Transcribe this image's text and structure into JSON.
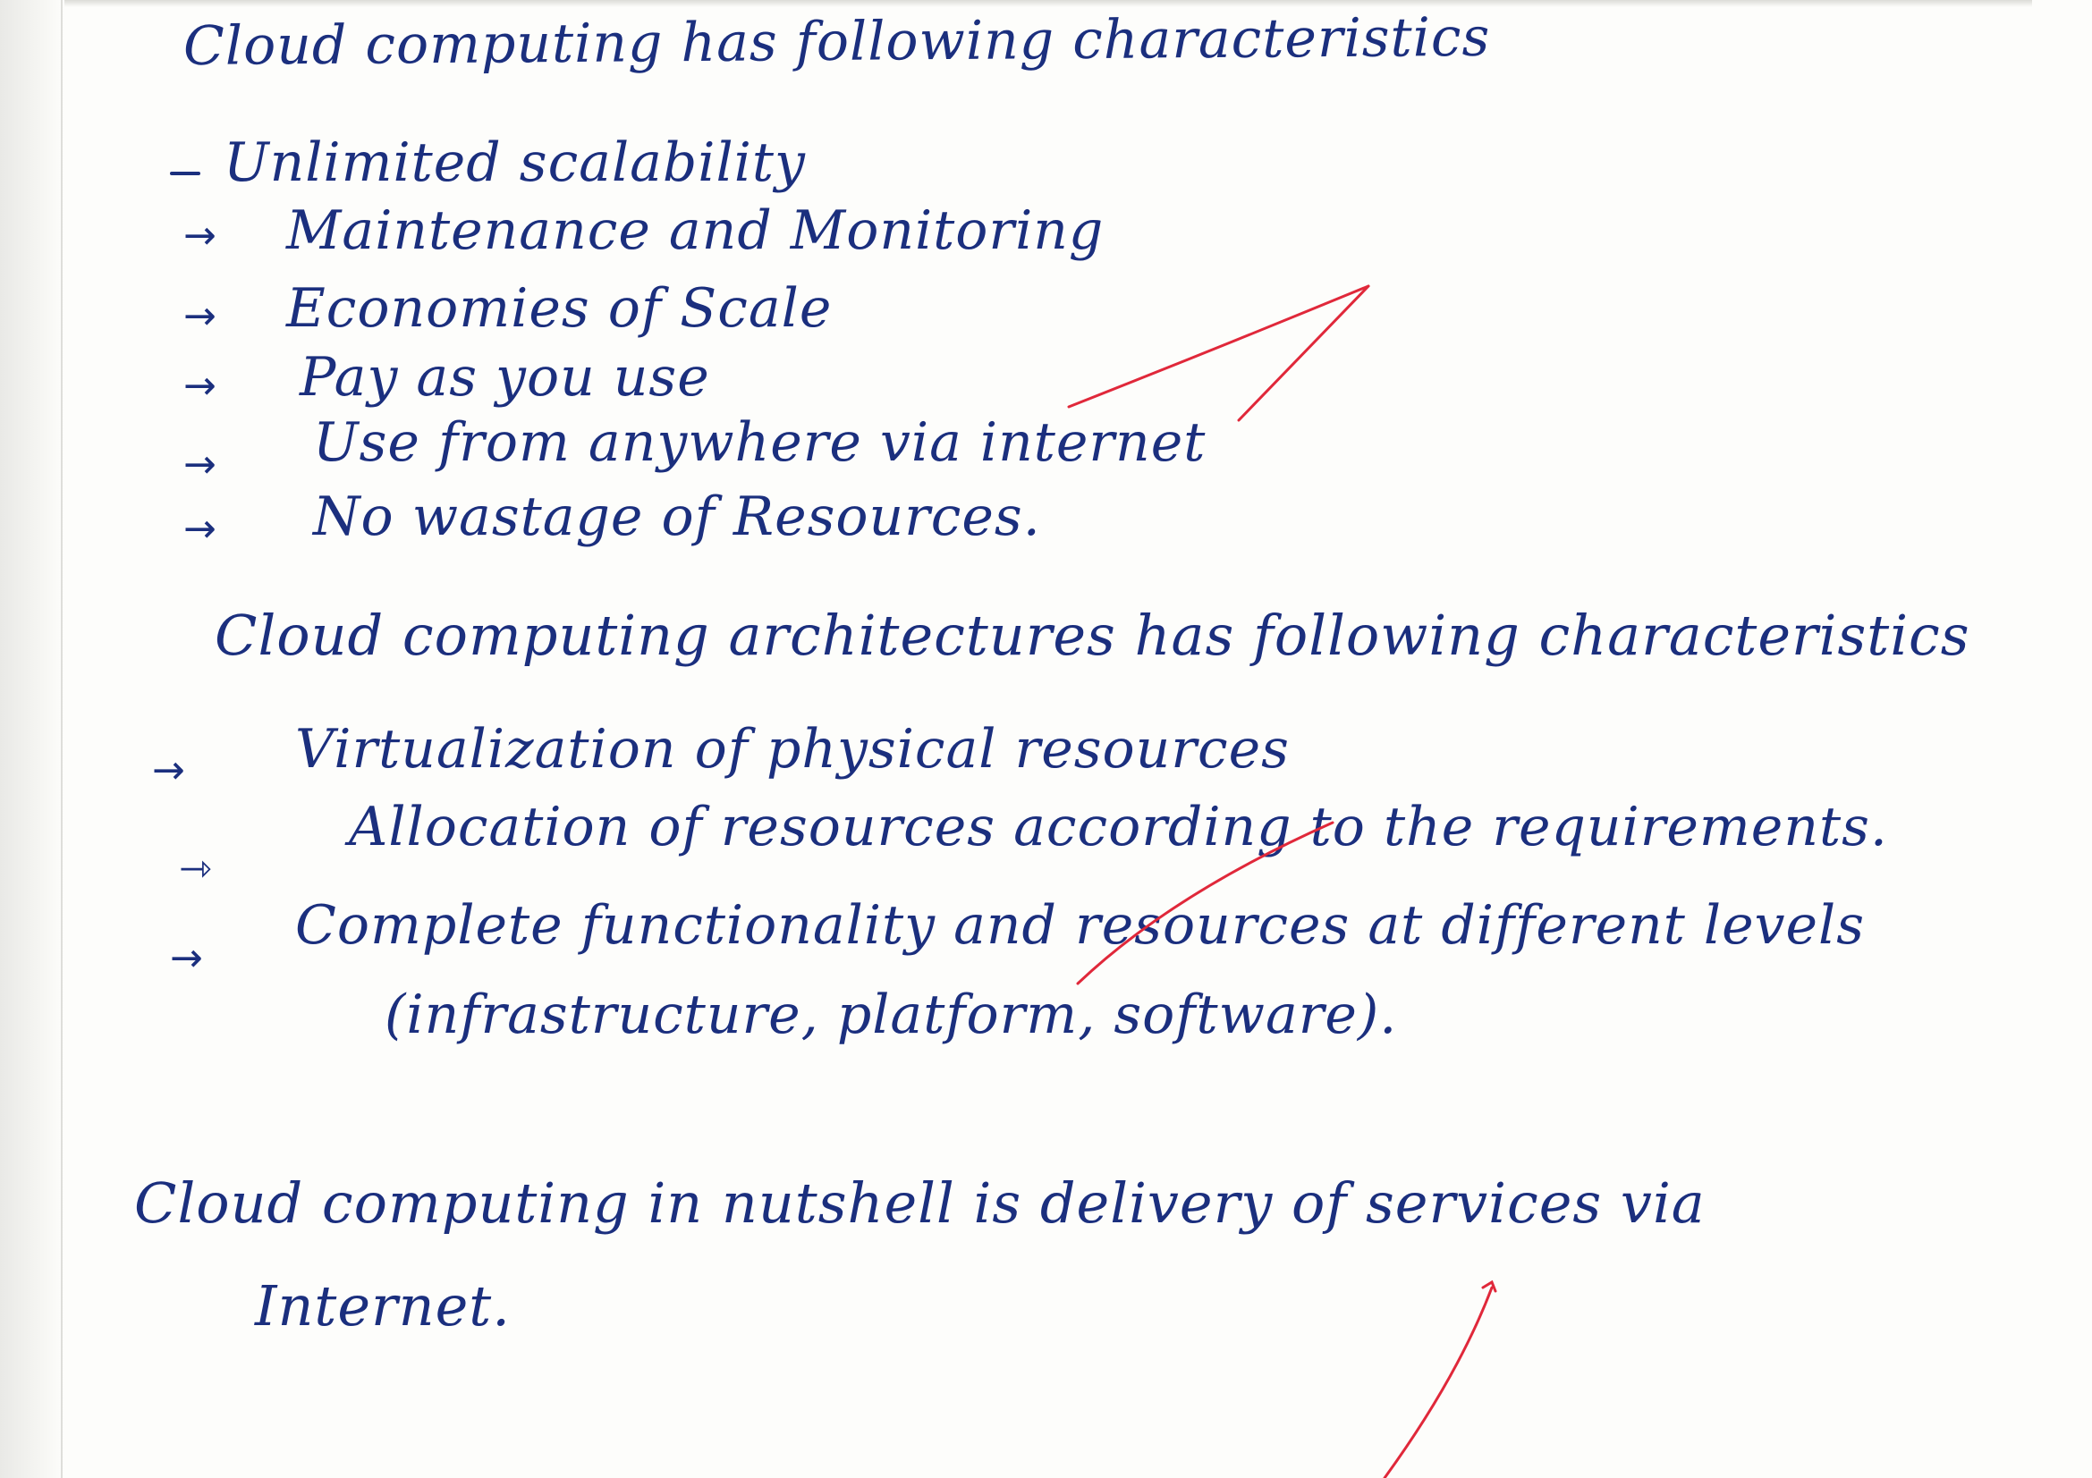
{
  "notes": {
    "intro": "Cloud computing has following characteristics",
    "characteristics": [
      "Unlimited scalability",
      "Maintenance and Monitoring",
      "Economies of Scale",
      "Pay as you use",
      "Use from anywhere via internet",
      "No wastage of Resources."
    ],
    "architecture_intro": "Cloud computing architectures has following characteristics",
    "architecture_points": [
      "Virtualization of physical resources",
      "Allocation of resources according to the requirements.",
      "Complete functionality and resources at different levels",
      "(infrastructure, platform, software)."
    ],
    "summary_line1": "Cloud computing in nutshell is delivery of services via",
    "summary_line2": "Internet."
  },
  "icons": {
    "bullet_dash": "dash-bullet",
    "bullet_arrow": "arrow-bullet",
    "grading_mark": "red-check-mark"
  },
  "colors": {
    "ink": "#1b2f7e",
    "grading_ink": "#e0283a",
    "paper": "#fdfdfb"
  }
}
